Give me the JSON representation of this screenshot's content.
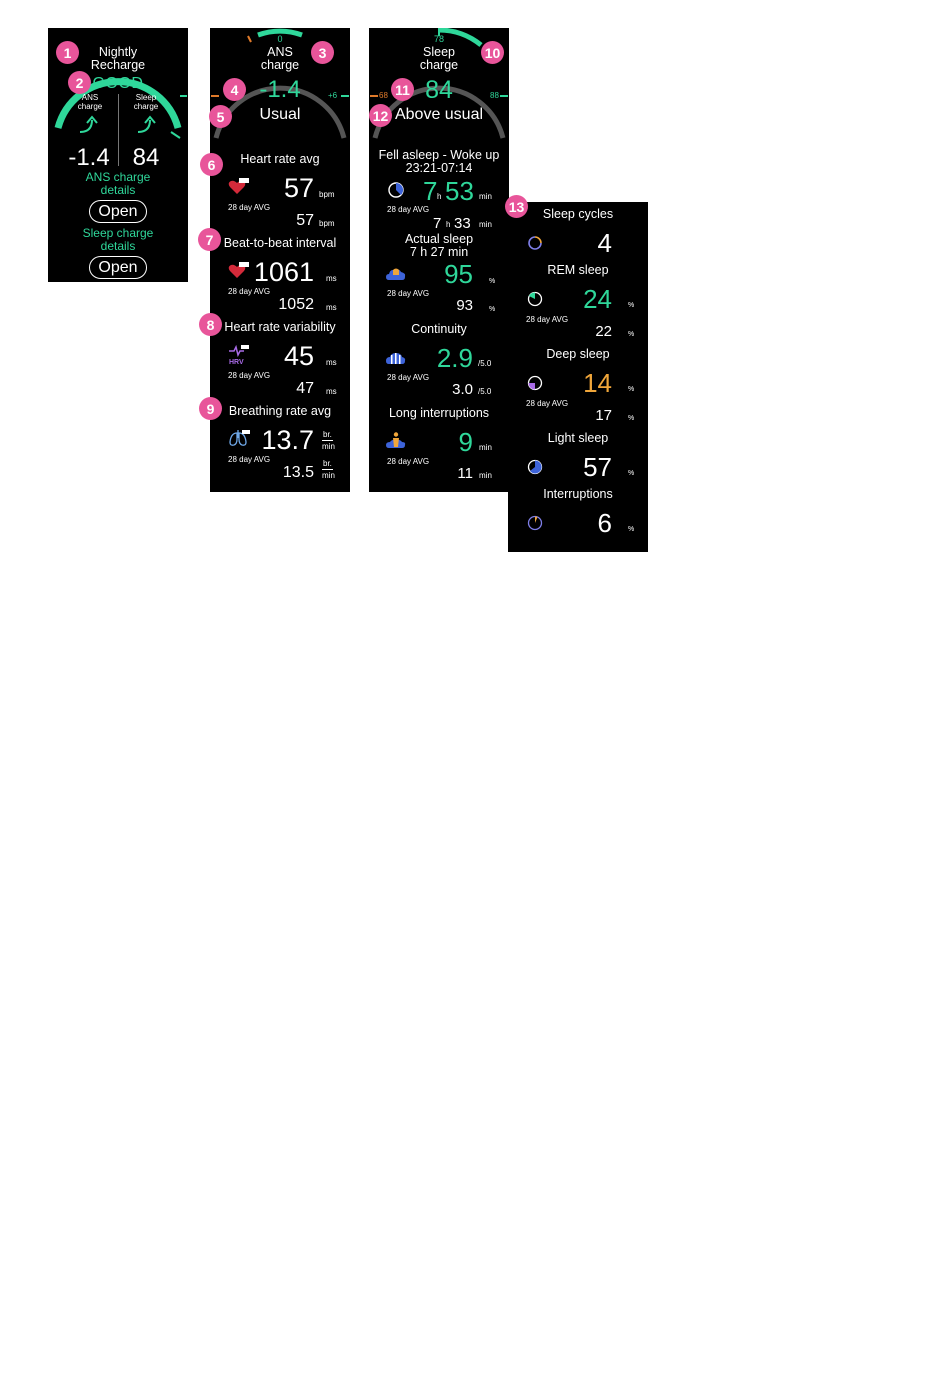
{
  "colors": {
    "accent_green": "#2fd79a",
    "accent_orange": "#f0a63a",
    "badge_pink": "#e8559a",
    "background": "#000000"
  },
  "badges": [
    "1",
    "2",
    "3",
    "4",
    "5",
    "6",
    "7",
    "8",
    "9",
    "10",
    "11",
    "12",
    "13"
  ],
  "screen1": {
    "title_line1": "Nightly",
    "title_line2": "Recharge",
    "status": "GOOD",
    "ans_label_line1": "ANS",
    "ans_label_line2": "charge",
    "sleep_label_line1": "Sleep",
    "sleep_label_line2": "charge",
    "ans_value": "-1.4",
    "sleep_value": "84",
    "ans_details_line1": "ANS charge",
    "ans_details_line2": "details",
    "open_label_1": "Open",
    "sleep_details_line1": "Sleep charge",
    "sleep_details_line2": "details",
    "open_label_2": "Open"
  },
  "screen2": {
    "gauge_top": "0",
    "gauge_right": "+6",
    "title_line1": "ANS",
    "title_line2": "charge",
    "value": "-1.4",
    "status": "Usual",
    "avg_label": "28 day AVG",
    "metrics": [
      {
        "title": "Heart rate avg",
        "icon": "heart-avg-icon",
        "value": "57",
        "unit": "bpm",
        "avg": "57",
        "avg_unit": "bpm"
      },
      {
        "title": "Beat-to-beat interval",
        "icon": "heart-avg-icon",
        "value": "1061",
        "unit": "ms",
        "avg": "1052",
        "avg_unit": "ms"
      },
      {
        "title": "Heart rate variability",
        "icon": "hrv-icon",
        "value": "45",
        "unit": "ms",
        "avg": "47",
        "avg_unit": "ms"
      },
      {
        "title": "Breathing rate avg",
        "icon": "lungs-icon",
        "value": "13.7",
        "unit_top": "br.",
        "unit_bottom": "min",
        "avg": "13.5",
        "avg_unit_top": "br.",
        "avg_unit_bottom": "min"
      }
    ]
  },
  "screen3": {
    "gauge_top": "78",
    "gauge_left": "68",
    "gauge_right": "88",
    "title_line1": "Sleep",
    "title_line2": "charge",
    "value": "84",
    "status": "Above usual",
    "avg_label": "28 day AVG",
    "sleep_time": {
      "title": "Fell asleep - Woke up",
      "times": "23:21-07:14",
      "hours": "7",
      "h_unit": "h",
      "minutes": "53",
      "min_unit": "min",
      "avg_hours": "7",
      "avg_h_unit": "h",
      "avg_minutes": "33",
      "avg_min_unit": "min"
    },
    "actual_sleep": {
      "title_line1": "Actual sleep",
      "title_line2": "7 h 27 min",
      "value": "95",
      "unit": "%",
      "avg": "93",
      "avg_unit": "%"
    },
    "continuity": {
      "title": "Continuity",
      "value": "2.9",
      "unit": "/5.0",
      "avg": "3.0",
      "avg_unit": "/5.0"
    },
    "long_interruptions": {
      "title": "Long interruptions",
      "value": "9",
      "unit": "min",
      "avg": "11",
      "avg_unit": "min"
    }
  },
  "screen4": {
    "avg_label": "28 day AVG",
    "sleep_cycles": {
      "title": "Sleep cycles",
      "value": "4"
    },
    "rem": {
      "title": "REM sleep",
      "value": "24",
      "unit": "%",
      "avg": "22",
      "avg_unit": "%"
    },
    "deep": {
      "title": "Deep sleep",
      "value": "14",
      "unit": "%",
      "avg": "17",
      "avg_unit": "%"
    },
    "light": {
      "title": "Light sleep",
      "value": "57",
      "unit": "%"
    },
    "interruptions": {
      "title": "Interruptions",
      "value": "6",
      "unit": "%"
    }
  }
}
